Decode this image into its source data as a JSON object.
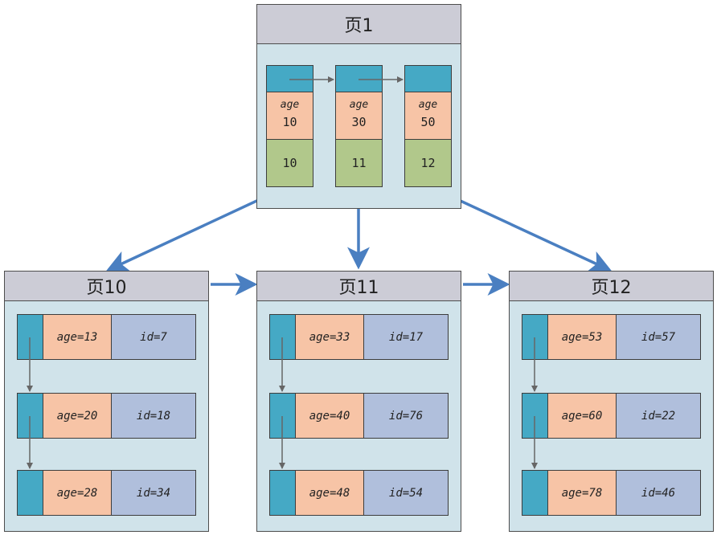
{
  "colors": {
    "page_fill": "#d0e3ea",
    "header_fill": "#ccccd6",
    "pointer_fill": "#45a9c5",
    "age_fill": "#f7c4a6",
    "page_id_fill": "#b1c88b",
    "row_id_fill": "#b0bfdc",
    "tree_arrow": "#4a7fc1",
    "link_arrow": "#666666"
  },
  "root": {
    "title": "页1",
    "entries": [
      {
        "key_label": "age",
        "key_value": "10",
        "child_page": "10"
      },
      {
        "key_label": "age",
        "key_value": "30",
        "child_page": "11"
      },
      {
        "key_label": "age",
        "key_value": "50",
        "child_page": "12"
      }
    ]
  },
  "leaves": [
    {
      "title": "页10",
      "rows": [
        {
          "age": "age=13",
          "id": "id=7"
        },
        {
          "age": "age=20",
          "id": "id=18"
        },
        {
          "age": "age=28",
          "id": "id=34"
        }
      ]
    },
    {
      "title": "页11",
      "rows": [
        {
          "age": "age=33",
          "id": "id=17"
        },
        {
          "age": "age=40",
          "id": "id=76"
        },
        {
          "age": "age=48",
          "id": "id=54"
        }
      ]
    },
    {
      "title": "页12",
      "rows": [
        {
          "age": "age=53",
          "id": "id=57"
        },
        {
          "age": "age=60",
          "id": "id=22"
        },
        {
          "age": "age=78",
          "id": "id=46"
        }
      ]
    }
  ]
}
